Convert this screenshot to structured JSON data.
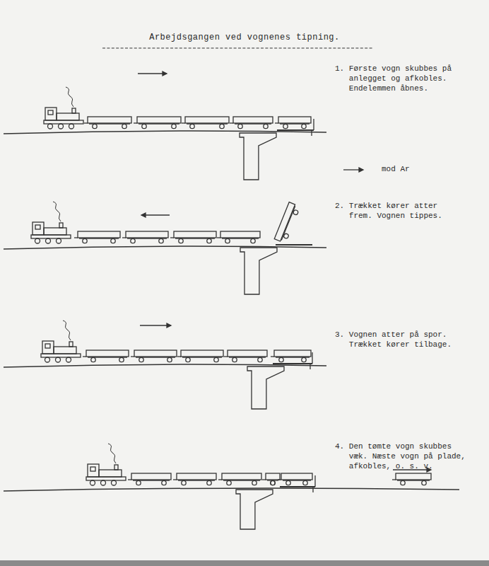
{
  "diagram": {
    "title": "Arbejdsgangen ved vognenes tipning.",
    "labels": [
      "1. Første vogn skubbes på anlegget og afkobles. Endelemmen åbnes.",
      "mod Ar",
      "2. Trækket kører atter frem. Vognen tippes.",
      "3. Vognen atter på spor. Trækket kører tilbage.",
      "4. Den tømte vogn skubbes væk. Næste vogn på plade, afkobles, o. s. v."
    ]
  }
}
